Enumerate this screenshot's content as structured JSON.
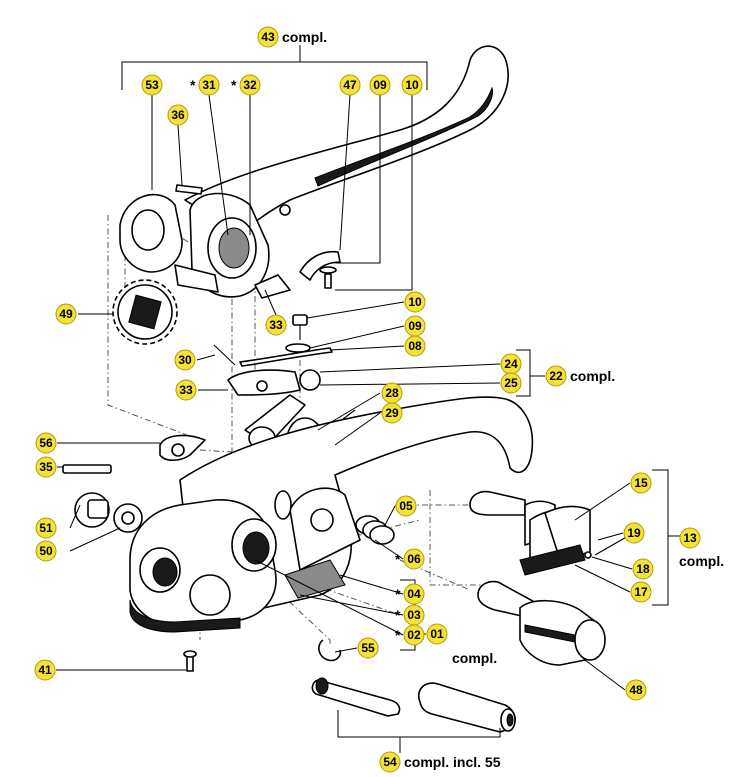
{
  "parts": [
    {
      "id": "p43",
      "number": "43",
      "note": "compl."
    },
    {
      "id": "p53",
      "number": "53"
    },
    {
      "id": "p31",
      "number": "31",
      "prefix": "*"
    },
    {
      "id": "p32",
      "number": "32",
      "prefix": "*"
    },
    {
      "id": "p47",
      "number": "47"
    },
    {
      "id": "p09a",
      "number": "09"
    },
    {
      "id": "p10a",
      "number": "10"
    },
    {
      "id": "p36",
      "number": "36"
    },
    {
      "id": "p49",
      "number": "49"
    },
    {
      "id": "p33a",
      "number": "33"
    },
    {
      "id": "p10b",
      "number": "10"
    },
    {
      "id": "p09b",
      "number": "09"
    },
    {
      "id": "p08",
      "number": "08"
    },
    {
      "id": "p30",
      "number": "30"
    },
    {
      "id": "p24",
      "number": "24"
    },
    {
      "id": "p25",
      "number": "25"
    },
    {
      "id": "p22",
      "number": "22",
      "note": "compl."
    },
    {
      "id": "p33b",
      "number": "33"
    },
    {
      "id": "p28",
      "number": "28"
    },
    {
      "id": "p29",
      "number": "29"
    },
    {
      "id": "p56",
      "number": "56"
    },
    {
      "id": "p35",
      "number": "35"
    },
    {
      "id": "p05",
      "number": "05"
    },
    {
      "id": "p15",
      "number": "15"
    },
    {
      "id": "p51",
      "number": "51"
    },
    {
      "id": "p50",
      "number": "50"
    },
    {
      "id": "p06",
      "number": "06",
      "prefix": "*"
    },
    {
      "id": "p19",
      "number": "19"
    },
    {
      "id": "p13",
      "number": "13",
      "note": "compl."
    },
    {
      "id": "p18",
      "number": "18"
    },
    {
      "id": "p04",
      "number": "04",
      "prefix": "*"
    },
    {
      "id": "p17",
      "number": "17"
    },
    {
      "id": "p03",
      "number": "03",
      "prefix": "*"
    },
    {
      "id": "p02",
      "number": "02",
      "prefix": "*"
    },
    {
      "id": "p01",
      "number": "01",
      "note": "compl."
    },
    {
      "id": "p55",
      "number": "55"
    },
    {
      "id": "p41",
      "number": "41"
    },
    {
      "id": "p48",
      "number": "48"
    },
    {
      "id": "p54",
      "number": "54",
      "note": "compl. incl. 55"
    }
  ]
}
